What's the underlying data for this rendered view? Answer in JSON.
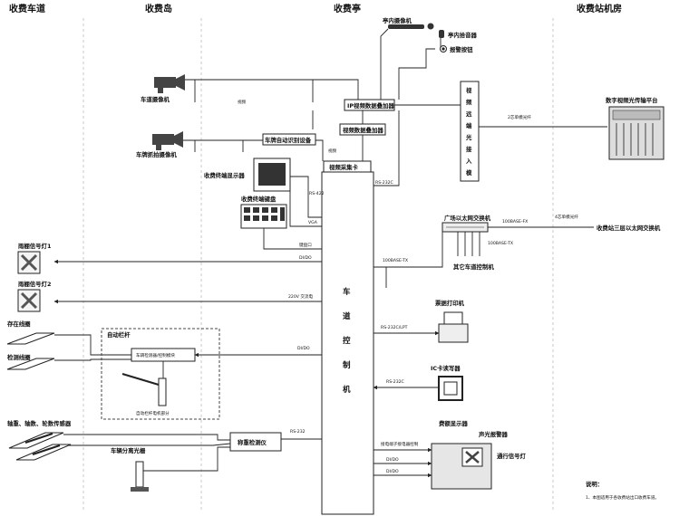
{
  "zones": {
    "lane": "收费车道",
    "island": "收费岛",
    "booth": "收费亭",
    "station": "收费站机房"
  },
  "devices": {
    "lane_camera": "车道摄像机",
    "plate_camera": "车牌抓拍摄像机",
    "plate_recognition": "车牌自动识别设备",
    "ip_video_encoder": "IP视频数据叠加器",
    "char_overlay": "视频数据叠加器",
    "capture_card": "视频采集卡",
    "booth_camera": "亭内摄像机",
    "booth_mic": "亭内拾音器",
    "alarm_button": "报警按钮",
    "fiber_module": "视频远端光接入模块",
    "digital_platform": "数字视频光传输平台",
    "toll_monitor": "收费终端显示器",
    "toll_keyboard": "收费终端键盘",
    "field_switch": "广场以太网交换机",
    "other_lanes": "其它车道控制机",
    "station_switch": "收费站三层以太网交换机",
    "rain_light_1": "雨棚信号灯1",
    "rain_light_2": "雨棚信号灯2",
    "presence_coil": "存在线圈",
    "detect_coil": "检测线圈",
    "auto_barrier": "自动栏杆",
    "barrier_ctrl": "车辆检测器/控制模块",
    "barrier_motor": "自动栏杆电机部分",
    "axle_sensor": "轴重、轴数、轮数传感器",
    "vehicle_separator": "车辆分离光栅",
    "weigh_detector": "称重检测仪",
    "receipt_printer": "票据打印机",
    "ic_reader": "IC卡读写器",
    "fee_display": "费额显示器",
    "sound_alarm": "声光报警器",
    "pass_light": "通行信号灯",
    "lane_controller": "车道控制机"
  },
  "signals": {
    "video": "视频",
    "rs232c": "RS-232C",
    "rs232": "RS-232",
    "rs422": "RS-422",
    "vga": "VGA",
    "keyboard": "键盘口",
    "dido": "DI/DO",
    "ac220": "220V 交流电",
    "rs232lpt": "RS-232C/LPT",
    "eth100tx": "100BASE-TX",
    "eth100fx": "100BASE-FX",
    "fiber2": "2芯单模光纤",
    "fiber4": "4芯单模光纤",
    "fee_ctrl": "接电端子接电器控制"
  },
  "note": {
    "title": "说明：",
    "line1": "1、本图适用于各收费站出口收费车道。"
  }
}
